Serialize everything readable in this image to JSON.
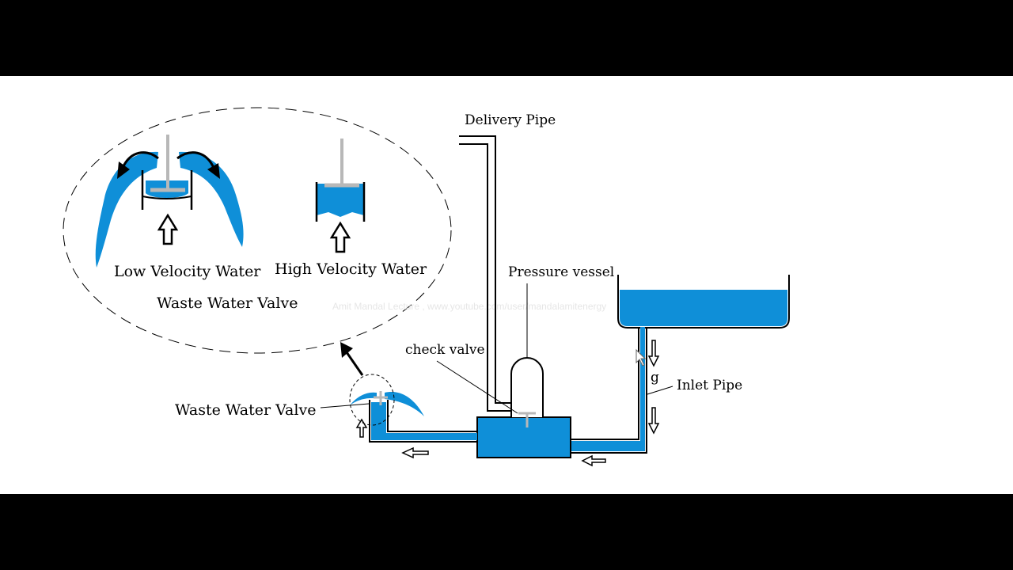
{
  "labels": {
    "delivery_pipe": "Delivery Pipe",
    "pressure_vessel": "Pressure vessel",
    "check_valve": "check valve",
    "inlet_pipe": "Inlet Pipe",
    "gravity": "g",
    "waste_valve_main": "Waste Water Valve",
    "waste_valve_detail": "Waste Water Valve",
    "low_velocity": "Low Velocity Water",
    "high_velocity": "High Velocity Water"
  },
  "watermark": "Amit Mandal Lecture , www.youtube.com/user/mandalamitenergy",
  "colors": {
    "water": "#0f8fd8",
    "pipe_outline": "#000000",
    "valve_stem": "#b8b8b8",
    "background": "#ffffff",
    "letterbox": "#000000"
  }
}
